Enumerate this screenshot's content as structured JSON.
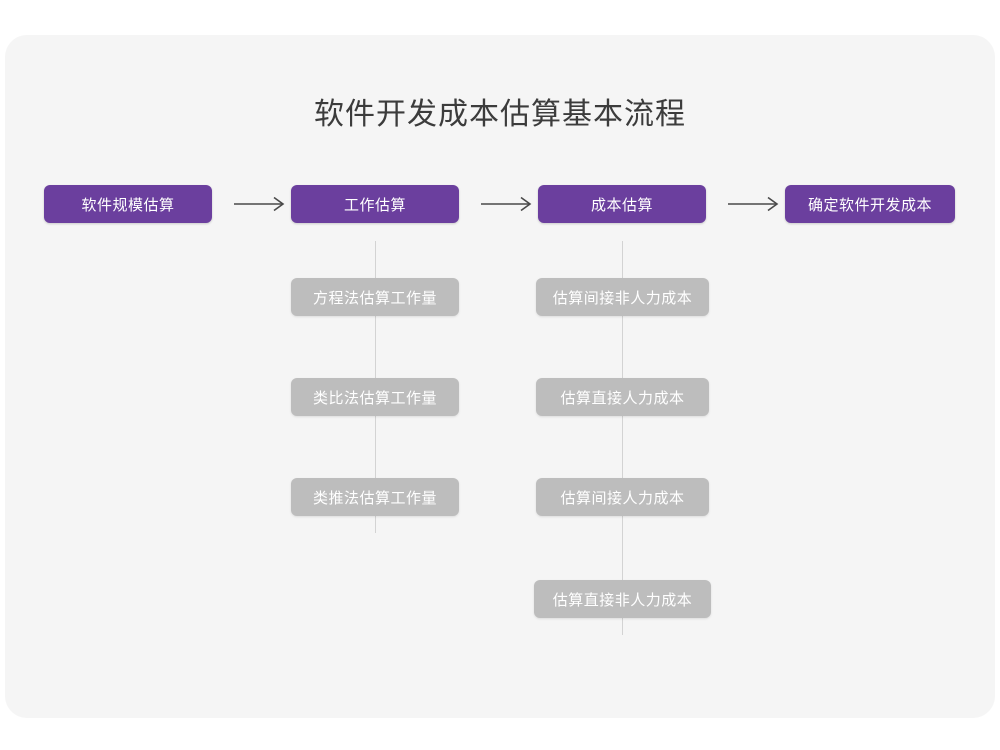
{
  "diagram": {
    "title": "软件开发成本估算基本流程",
    "type": "flowchart",
    "colors": {
      "canvas": "#ffffff",
      "card_background": "#f5f5f5",
      "primary_node": "#6b3f9e",
      "sub_node": "#bdbdbd",
      "node_text": "#ffffff",
      "title_text": "#3c3c3c",
      "connector_line": "#d3d3d3",
      "arrow": "#4a4a4a"
    },
    "arrows": [
      {
        "name": "arrow-1",
        "glyph": "⟶"
      },
      {
        "name": "arrow-2",
        "glyph": "⟶"
      },
      {
        "name": "arrow-3",
        "glyph": "⟶"
      }
    ],
    "stages": [
      {
        "id": "stage-1",
        "label": "软件规模估算",
        "substeps": []
      },
      {
        "id": "stage-2",
        "label": "工作估算",
        "substeps": [
          {
            "id": "stage-2-sub-1",
            "label": "方程法估算工作量"
          },
          {
            "id": "stage-2-sub-2",
            "label": "类比法估算工作量"
          },
          {
            "id": "stage-2-sub-3",
            "label": "类推法估算工作量"
          }
        ]
      },
      {
        "id": "stage-3",
        "label": "成本估算",
        "substeps": [
          {
            "id": "stage-3-sub-1",
            "label": "估算间接非人力成本"
          },
          {
            "id": "stage-3-sub-2",
            "label": "估算直接人力成本"
          },
          {
            "id": "stage-3-sub-3",
            "label": "估算间接人力成本"
          },
          {
            "id": "stage-3-sub-4",
            "label": "估算直接非人力成本"
          }
        ]
      },
      {
        "id": "stage-4",
        "label": "确定软件开发成本",
        "substeps": []
      }
    ]
  }
}
